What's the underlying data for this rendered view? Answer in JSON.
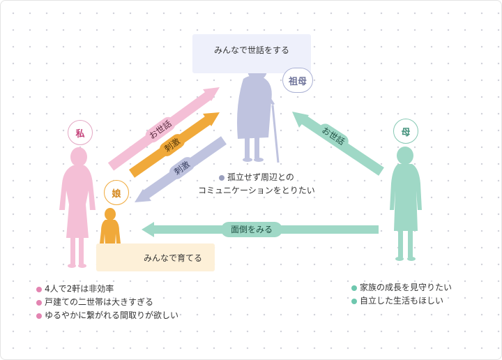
{
  "boxes": {
    "grandma_care": "みんなで世話をする",
    "raise_together": "みんなで育てる"
  },
  "people": {
    "me": "私",
    "daughter": "娘",
    "grandmother": "祖母",
    "mother": "母"
  },
  "arrows": {
    "me_care": "お世話",
    "me_stimulus": "刺激",
    "grandma_stimulus": "刺激",
    "mother_care": "お世話",
    "mother_watch": "面倒をみる"
  },
  "notes": {
    "grandmother": [
      "孤立せず周辺との",
      "コミュニケーションをとりたい"
    ],
    "me": [
      "4人で2軒は非効率",
      "戸建ての二世帯は大きすぎる",
      "ゆるやかに繋がれる間取りが欲しい"
    ],
    "mother": [
      "家族の成長を見守りたい",
      "自立した生活もほしい"
    ]
  },
  "colors": {
    "me": "#f4bfd6",
    "me_accent": "#c4427a",
    "daughter": "#f0a93a",
    "daughter_accent": "#d4861a",
    "grandmother": "#bfc3df",
    "grandmother_accent": "#6d7299",
    "mother": "#9fd8c6",
    "mother_accent": "#3f8f79",
    "box_blue": "#eef0fb",
    "box_cream": "#fdf0d8",
    "dot_pink": "#e384b1",
    "dot_teal": "#6ec7ae",
    "dot_gray": "#9a9fbd"
  }
}
